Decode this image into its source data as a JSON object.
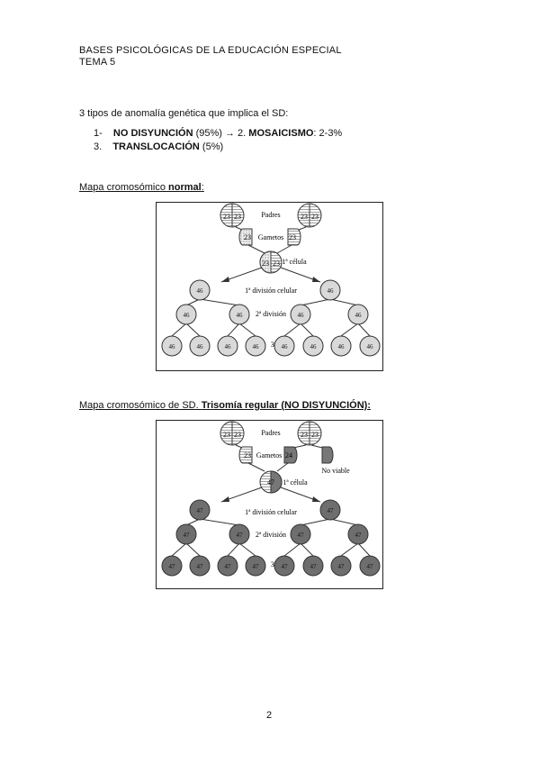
{
  "header": {
    "line1": "BASES PSICOLÓGICAS DE LA EDUCACIÓN ESPECIAL",
    "line2": "TEMA 5"
  },
  "intro": "3 tipos de anomalía genética que implica el SD:",
  "list": {
    "item1_num": "1-",
    "item1_bold": "NO DISYUNCIÓN",
    "item1_rest": " (95%) ",
    "arrow": "→",
    "item2_num": " 2. ",
    "item2_bold": "MOSAICISMO",
    "item2_rest": ": 2-3%",
    "item3_num": "3.",
    "item3_bold": "TRANSLOCACIÓN",
    "item3_rest": " (5%)"
  },
  "section1": {
    "prefix": "Mapa cromosómico ",
    "bold": "normal",
    "suffix": ":"
  },
  "section2": {
    "prefix": "Mapa cromosómico de SD. ",
    "bold": "Trisomía regular (NO DISYUNCIÓN):"
  },
  "fig1": {
    "padres": "Padres",
    "gametos": "Gametos",
    "celula": "1ª célula",
    "div1": "1ª división celular",
    "div2": "2ª división",
    "div3": "3ª d",
    "parent_left": [
      "23",
      "23"
    ],
    "parent_right": [
      "23",
      "23"
    ],
    "gamete": "23",
    "zygote": [
      "23",
      "23"
    ],
    "cell": "46"
  },
  "fig2": {
    "padres": "Padres",
    "gametos": "Gametos",
    "celula": "1ª célula",
    "div1": "1ª división celular",
    "div2": "2ª división",
    "div3": "3ª d",
    "no_viable": "No viable",
    "parent_left": [
      "23",
      "23"
    ],
    "parent_right": [
      "23",
      "23"
    ],
    "gamete": "23",
    "gamete_extra": "24",
    "zygote": "47",
    "cell": "47"
  },
  "page_number": "2"
}
